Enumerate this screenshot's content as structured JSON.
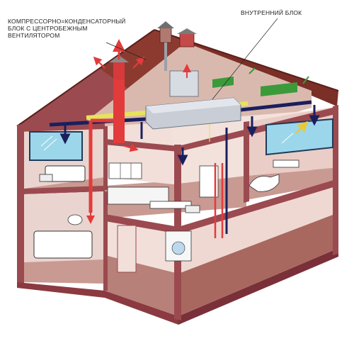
{
  "labels": {
    "compressor_unit": [
      "КОМПРЕССОРНО=КОНДЕНСАТОРНЫЙ",
      "БЛОК С ЦЕНТРОБЕЖНЫМ",
      "ВЕНТИЛЯТОРОМ"
    ],
    "indoor_unit": "ВНУТРЕННИЙ БЛОК"
  },
  "colors": {
    "roof": "#8c3a30",
    "wall": "#9b4a50",
    "floor_slab": "#b0606a",
    "floor_upper": "#c99a92",
    "floor_lower": "#b78078",
    "interior_wall": "#ead4cf",
    "supply_duct": "#e7e35a",
    "return_duct": "#1a1f5c",
    "exhaust_pipe": "#e23b3b",
    "fresh_air_unit": "#3c9a3a",
    "indoor_unit_box": "#c8cdd6",
    "window": "#9cd6ea"
  }
}
